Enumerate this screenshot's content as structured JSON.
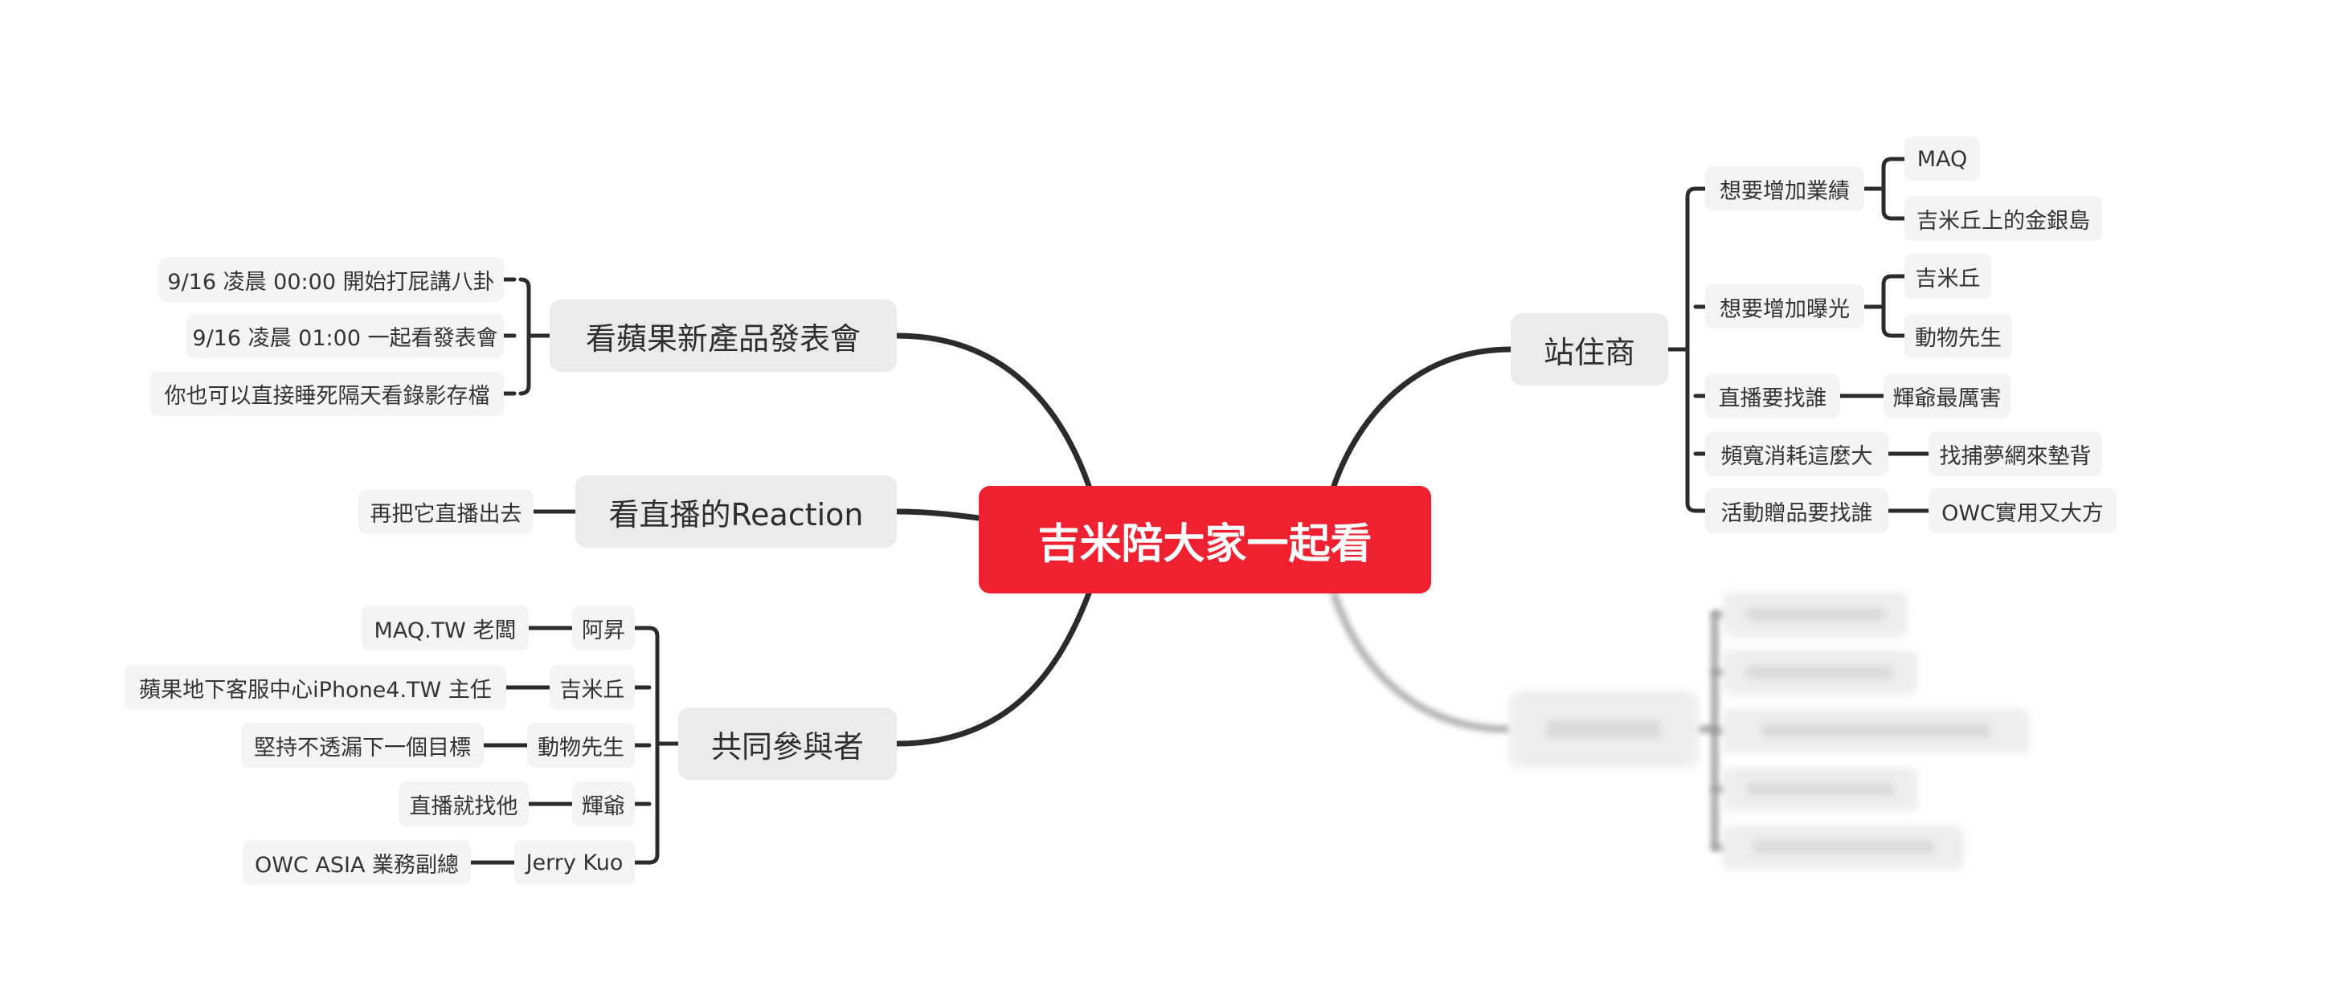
{
  "root": {
    "label": "吉米陪大家一起看"
  },
  "left_branches": [
    {
      "label": "看蘋果新產品發表會",
      "children": [
        {
          "label": "9/16 凌晨 00:00 開始打屁講八卦"
        },
        {
          "label": "9/16 凌晨 01:00 一起看發表會"
        },
        {
          "label": "你也可以直接睡死隔天看錄影存檔"
        }
      ]
    },
    {
      "label": "看直播的Reaction",
      "children": [
        {
          "label": "再把它直播出去"
        }
      ]
    },
    {
      "label": "共同參與者",
      "children": [
        {
          "label": "阿昇",
          "children": [
            {
              "label": "MAQ.TW 老闆"
            }
          ]
        },
        {
          "label": "吉米丘",
          "children": [
            {
              "label": "蘋果地下客服中心iPhone4.TW 主任"
            }
          ]
        },
        {
          "label": "動物先生",
          "children": [
            {
              "label": "堅持不透漏下一個目標"
            }
          ]
        },
        {
          "label": "輝爺",
          "children": [
            {
              "label": "直播就找他"
            }
          ]
        },
        {
          "label": "Jerry Kuo",
          "children": [
            {
              "label": "OWC ASIA 業務副總"
            }
          ]
        }
      ]
    }
  ],
  "right_branches": [
    {
      "label": "站住商",
      "children": [
        {
          "label": "想要增加業績",
          "children": [
            {
              "label": "MAQ"
            },
            {
              "label": "吉米丘上的金銀島"
            }
          ]
        },
        {
          "label": "想要增加曝光",
          "children": [
            {
              "label": "吉米丘"
            },
            {
              "label": "動物先生"
            }
          ]
        },
        {
          "label": "直播要找誰",
          "children": [
            {
              "label": "輝爺最厲害"
            }
          ]
        },
        {
          "label": "頻寬消耗這麼大",
          "children": [
            {
              "label": "找捕夢網來墊背"
            }
          ]
        },
        {
          "label": "活動贈品要找誰",
          "children": [
            {
              "label": "OWC實用又大方"
            }
          ]
        }
      ]
    },
    {
      "label": "",
      "blurred": true,
      "children": [
        {},
        {},
        {},
        {},
        {}
      ]
    }
  ],
  "colors": {
    "root_bg": "#ef2030",
    "root_text": "#ffffff",
    "main_bg": "#ebebeb",
    "sub_bg": "#f4f4f4",
    "line": "#2b2b2b"
  }
}
